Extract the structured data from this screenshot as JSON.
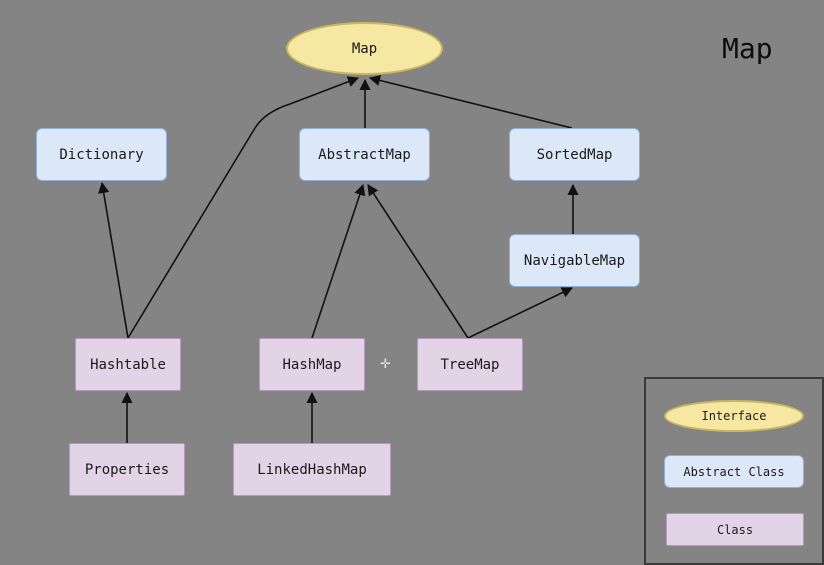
{
  "title": "Map",
  "nodes": {
    "map": "Map",
    "dictionary": "Dictionary",
    "abstract_map": "AbstractMap",
    "sorted_map": "SortedMap",
    "navigable_map": "NavigableMap",
    "hashtable": "Hashtable",
    "hash_map": "HashMap",
    "tree_map": "TreeMap",
    "properties": "Properties",
    "linked_hash_map": "LinkedHashMap"
  },
  "legend": {
    "interface": "Interface",
    "abstract_class": "Abstract Class",
    "class": "Class"
  },
  "colors": {
    "background": "#848484",
    "interface_fill": "#f6e7a3",
    "abstract_fill": "#dce8f7",
    "class_fill": "#e2d4e6",
    "arrow": "#111111"
  }
}
